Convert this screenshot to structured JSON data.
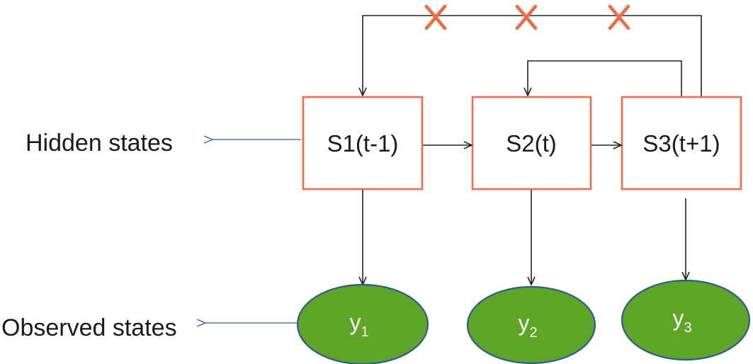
{
  "labels": {
    "hidden": "Hidden states",
    "observed": "Observed states"
  },
  "states": [
    {
      "id": "s1",
      "label": "S1(t-1)"
    },
    {
      "id": "s2",
      "label": "S2(t)"
    },
    {
      "id": "s3",
      "label": "S3(t+1)"
    }
  ],
  "observations": [
    {
      "id": "y1",
      "base": "y",
      "sub": "1"
    },
    {
      "id": "y2",
      "base": "y",
      "sub": "2"
    },
    {
      "id": "y3",
      "base": "y",
      "sub": "3"
    }
  ],
  "colors": {
    "state_border": "#f26b4a",
    "observed_fill": "#5ea425",
    "observed_border": "#2e5a98",
    "pointer_arrow": "#4a78b5",
    "cross_mark": "#ef6a3c",
    "arrow": "#222222"
  }
}
